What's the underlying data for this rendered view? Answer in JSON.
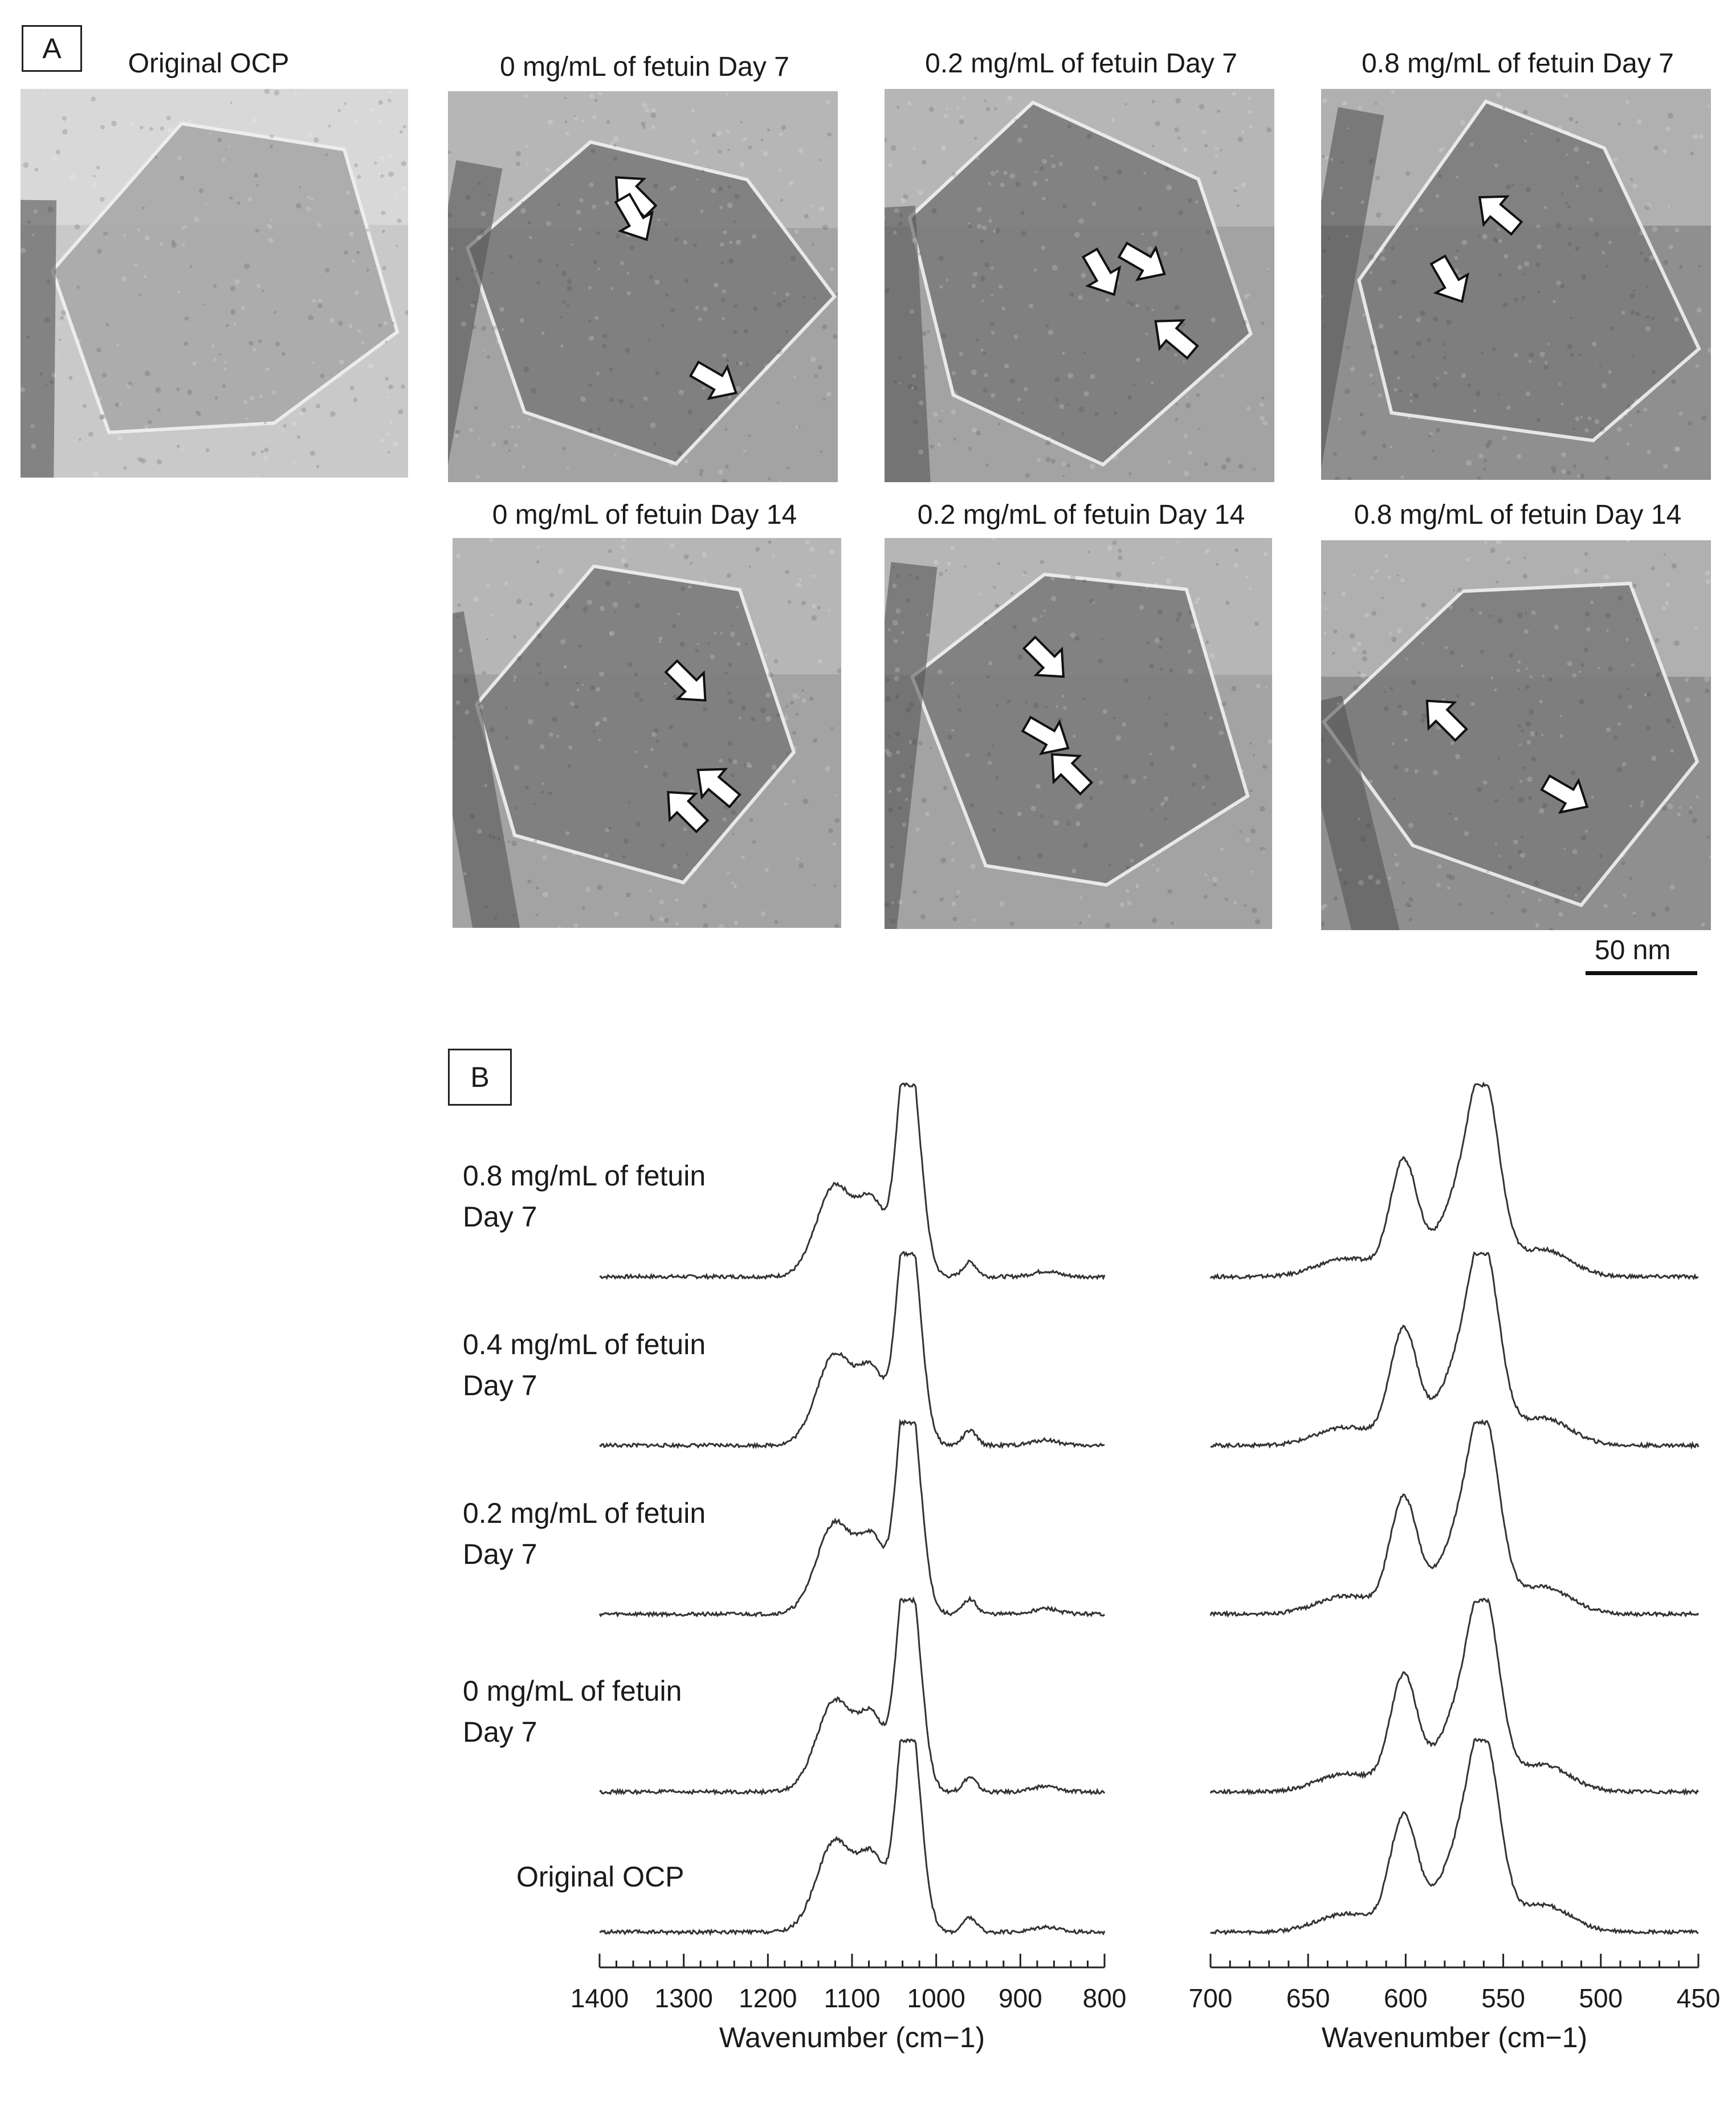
{
  "panel_a": {
    "letter": "A",
    "images": [
      {
        "title": "Original OCP",
        "arrows": 0
      },
      {
        "title": "0 mg/mL of fetuin Day 7",
        "arrows": 3
      },
      {
        "title": "0.2 mg/mL of fetuin Day 7",
        "arrows": 3
      },
      {
        "title": "0.8 mg/mL of fetuin Day 7",
        "arrows": 2
      },
      {
        "title": "0 mg/mL of fetuin Day 14",
        "arrows": 3
      },
      {
        "title": "0.2 mg/mL of fetuin Day 14",
        "arrows": 3
      },
      {
        "title": "0.8 mg/mL of fetuin Day 14",
        "arrows": 2
      }
    ],
    "scale_bar": "50 nm"
  },
  "panel_b": {
    "letter": "B"
  },
  "chart_data": {
    "type": "line",
    "spectra": [
      {
        "name": "0.8 mg/mL of fetuin\nDay 7"
      },
      {
        "name": "0.4 mg/mL of fetuin\nDay 7"
      },
      {
        "name": "0.2 mg/mL of  fetuin\nDay 7"
      },
      {
        "name": "0 mg/mL of fetuin\nDay 7"
      },
      {
        "name": "Original OCP"
      }
    ],
    "left_axis": {
      "xlabel": "Wavenumber (cm−1)",
      "xlim": [
        1400,
        800
      ],
      "ticks": [
        "1400",
        "1300",
        "1200",
        "1100",
        "1000",
        "900",
        "800"
      ],
      "peaks": [
        {
          "x": 1030,
          "height": 1.0,
          "width": 13
        },
        {
          "x": 1040,
          "height": 0.4,
          "width": 10
        },
        {
          "x": 1075,
          "height": 0.38,
          "width": 16
        },
        {
          "x": 1120,
          "height": 0.5,
          "width": 22
        },
        {
          "x": 960,
          "height": 0.08,
          "width": 8
        },
        {
          "x": 870,
          "height": 0.03,
          "width": 15
        }
      ]
    },
    "right_axis": {
      "xlabel": "Wavenumber (cm−1)",
      "xlim": [
        700,
        450
      ],
      "ticks": [
        "700",
        "650",
        "600",
        "550",
        "500",
        "450"
      ],
      "peaks": [
        {
          "x": 560,
          "height": 1.0,
          "width": 8
        },
        {
          "x": 601,
          "height": 0.62,
          "width": 7
        },
        {
          "x": 575,
          "height": 0.35,
          "width": 10
        },
        {
          "x": 630,
          "height": 0.1,
          "width": 15
        },
        {
          "x": 530,
          "height": 0.15,
          "width": 14
        }
      ]
    },
    "grid": false
  }
}
